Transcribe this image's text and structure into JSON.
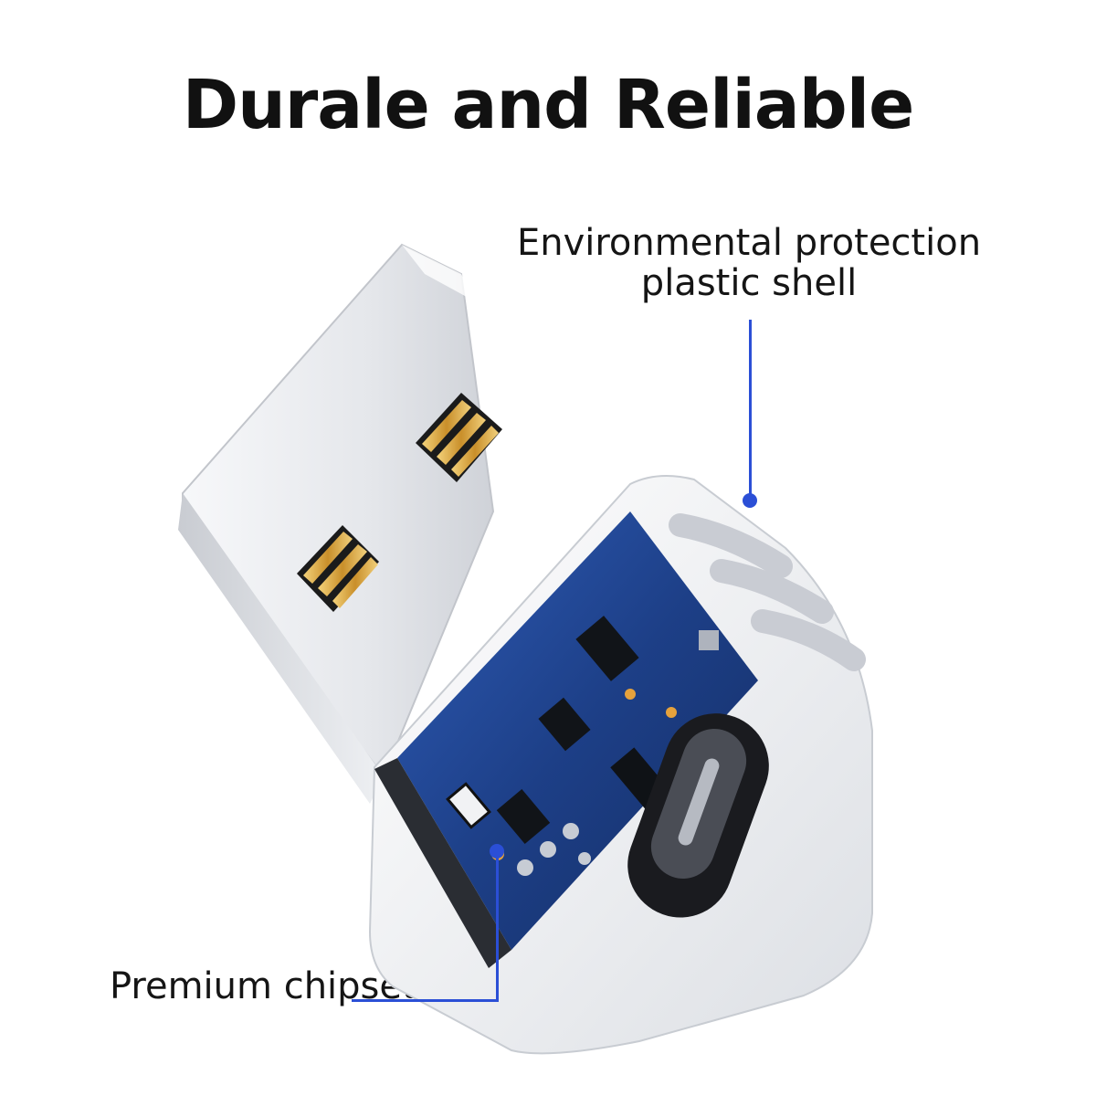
{
  "headline": "Durale and Reliable",
  "callouts": {
    "shell_line1": "Environmental protection",
    "shell_line2": "plastic shell",
    "chipset": "Premium chipset"
  },
  "colors": {
    "callout_line": "#2b4fd6",
    "pcb": "#1f3f86",
    "metal": "#e8eaee",
    "shell": "#f4f5f7"
  }
}
